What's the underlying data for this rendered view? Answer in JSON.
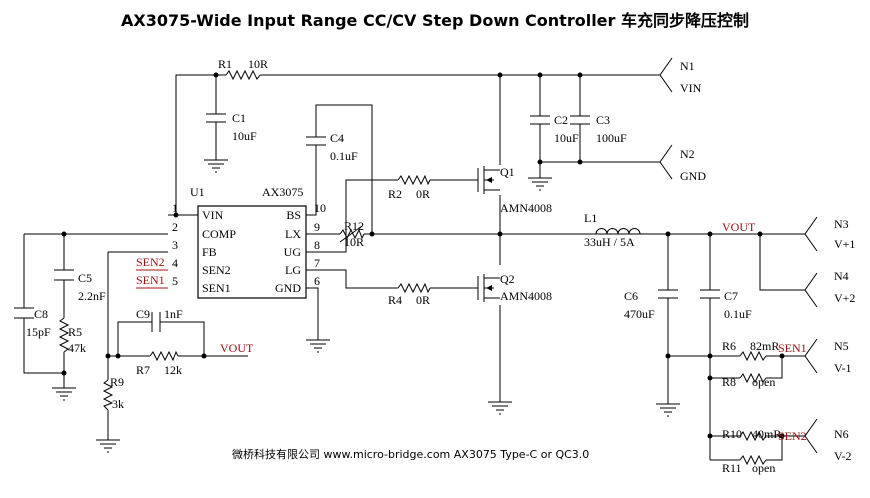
{
  "title": "AX3075-Wide Input Range CC/CV Step Down Controller 车充同步降压控制",
  "footer": "微桥科技有限公司 www.micro-bridge.com AX3075 Type-C or QC3.0",
  "ic": {
    "ref": "U1",
    "part": "AX3075",
    "left_pins": [
      {
        "name": "VIN",
        "num": "1"
      },
      {
        "name": "COMP",
        "num": "2"
      },
      {
        "name": "FB",
        "num": "3"
      },
      {
        "name": "SEN2",
        "num": "4"
      },
      {
        "name": "SEN1",
        "num": "5"
      }
    ],
    "right_pins": [
      {
        "name": "BS",
        "num": "10"
      },
      {
        "name": "LX",
        "num": "9"
      },
      {
        "name": "UG",
        "num": "8"
      },
      {
        "name": "LG",
        "num": "7"
      },
      {
        "name": "GND",
        "num": "6"
      }
    ]
  },
  "components": {
    "R1": {
      "ref": "R1",
      "value": "10R"
    },
    "C1": {
      "ref": "C1",
      "value": "10uF"
    },
    "C4": {
      "ref": "C4",
      "value": "0.1uF"
    },
    "R12": {
      "ref": "R12",
      "value": "10R"
    },
    "R2": {
      "ref": "R2",
      "value": "0R"
    },
    "R4": {
      "ref": "R4",
      "value": "0R"
    },
    "Q1": {
      "ref": "Q1",
      "value": "AMN4008"
    },
    "Q2": {
      "ref": "Q2",
      "value": "AMN4008"
    },
    "C2": {
      "ref": "C2",
      "value": "10uF"
    },
    "C3": {
      "ref": "C3",
      "value": "100uF"
    },
    "L1": {
      "ref": "L1",
      "value": "33uH / 5A"
    },
    "C6": {
      "ref": "C6",
      "value": "470uF"
    },
    "C7": {
      "ref": "C7",
      "value": "0.1uF"
    },
    "C5": {
      "ref": "C5",
      "value": "2.2nF"
    },
    "R5": {
      "ref": "R5",
      "value": "47k"
    },
    "C8": {
      "ref": "C8",
      "value": "15pF"
    },
    "C9": {
      "ref": "C9",
      "value": "1nF"
    },
    "R7": {
      "ref": "R7",
      "value": "12k"
    },
    "R9": {
      "ref": "R9",
      "value": "3k"
    },
    "R6": {
      "ref": "R6",
      "value": "82mR"
    },
    "R8": {
      "ref": "R8",
      "value": "open"
    },
    "R10": {
      "ref": "R10",
      "value": "40mR"
    },
    "R11": {
      "ref": "R11",
      "value": "open"
    }
  },
  "nets": {
    "vout_out": "VOUT",
    "vout_fb": "VOUT",
    "sen2_ic": "SEN2",
    "sen1_ic": "SEN1",
    "sen1_out": "SEN1",
    "sen2_out": "SEN2"
  },
  "connectors": [
    {
      "ref": "N1",
      "label": "VIN"
    },
    {
      "ref": "N2",
      "label": "GND"
    },
    {
      "ref": "N3",
      "label": "V+1"
    },
    {
      "ref": "N4",
      "label": "V+2"
    },
    {
      "ref": "N5",
      "label": "V-1"
    },
    {
      "ref": "N6",
      "label": "V-2"
    }
  ]
}
